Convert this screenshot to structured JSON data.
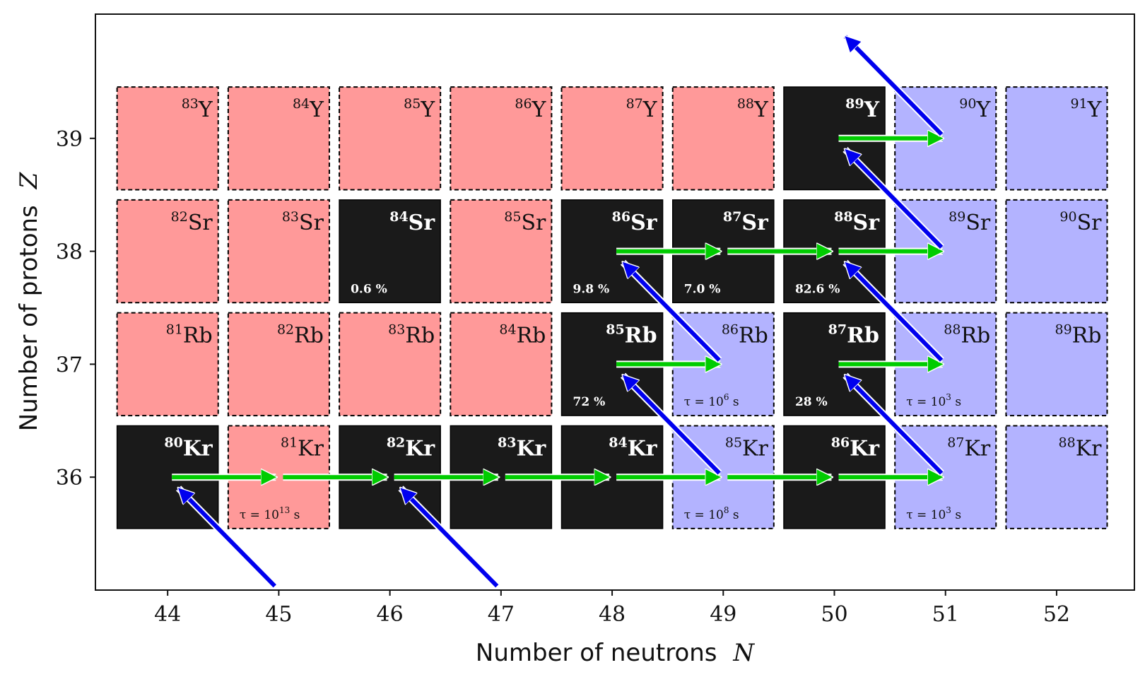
{
  "colors": {
    "stable": "#1a1a1a",
    "proton_rich": "#ff9999",
    "neutron_rich": "#b3b3ff",
    "neutron_capture_arrow": "#00cc00",
    "beta_decay_arrow": "#0000ee"
  },
  "chart_data": {
    "type": "nuclide_chart",
    "xlabel": "Number of neutrons",
    "xlabel_var": "N",
    "ylabel": "Number of protons",
    "ylabel_var": "Z",
    "x_ticks": [
      44,
      45,
      46,
      47,
      48,
      49,
      50,
      51,
      52
    ],
    "y_ticks": [
      36,
      37,
      38,
      39
    ],
    "xlim": [
      43.35,
      52.7
    ],
    "ylim": [
      35.0,
      40.1
    ],
    "grid": false,
    "cells": [
      {
        "N": 44,
        "Z": 36,
        "mass": "80",
        "symbol": "Kr",
        "status": "stable",
        "note": ""
      },
      {
        "N": 45,
        "Z": 36,
        "mass": "81",
        "symbol": "Kr",
        "status": "proton_rich",
        "note": "τ = 10",
        "note_exp": "13",
        "note_unit": " s"
      },
      {
        "N": 46,
        "Z": 36,
        "mass": "82",
        "symbol": "Kr",
        "status": "stable",
        "note": ""
      },
      {
        "N": 47,
        "Z": 36,
        "mass": "83",
        "symbol": "Kr",
        "status": "stable",
        "note": ""
      },
      {
        "N": 48,
        "Z": 36,
        "mass": "84",
        "symbol": "Kr",
        "status": "stable",
        "note": ""
      },
      {
        "N": 49,
        "Z": 36,
        "mass": "85",
        "symbol": "Kr",
        "status": "neutron_rich",
        "note": "τ = 10",
        "note_exp": "8",
        "note_unit": " s"
      },
      {
        "N": 50,
        "Z": 36,
        "mass": "86",
        "symbol": "Kr",
        "status": "stable",
        "note": ""
      },
      {
        "N": 51,
        "Z": 36,
        "mass": "87",
        "symbol": "Kr",
        "status": "neutron_rich",
        "note": "τ = 10",
        "note_exp": "3",
        "note_unit": " s"
      },
      {
        "N": 52,
        "Z": 36,
        "mass": "88",
        "symbol": "Kr",
        "status": "neutron_rich",
        "note": ""
      },
      {
        "N": 44,
        "Z": 37,
        "mass": "81",
        "symbol": "Rb",
        "status": "proton_rich",
        "note": ""
      },
      {
        "N": 45,
        "Z": 37,
        "mass": "82",
        "symbol": "Rb",
        "status": "proton_rich",
        "note": ""
      },
      {
        "N": 46,
        "Z": 37,
        "mass": "83",
        "symbol": "Rb",
        "status": "proton_rich",
        "note": ""
      },
      {
        "N": 47,
        "Z": 37,
        "mass": "84",
        "symbol": "Rb",
        "status": "proton_rich",
        "note": ""
      },
      {
        "N": 48,
        "Z": 37,
        "mass": "85",
        "symbol": "Rb",
        "status": "stable",
        "note": "72 %"
      },
      {
        "N": 49,
        "Z": 37,
        "mass": "86",
        "symbol": "Rb",
        "status": "neutron_rich",
        "note": "τ = 10",
        "note_exp": "6",
        "note_unit": " s"
      },
      {
        "N": 50,
        "Z": 37,
        "mass": "87",
        "symbol": "Rb",
        "status": "stable",
        "note": "28 %"
      },
      {
        "N": 51,
        "Z": 37,
        "mass": "88",
        "symbol": "Rb",
        "status": "neutron_rich",
        "note": "τ = 10",
        "note_exp": "3",
        "note_unit": " s"
      },
      {
        "N": 52,
        "Z": 37,
        "mass": "89",
        "symbol": "Rb",
        "status": "neutron_rich",
        "note": ""
      },
      {
        "N": 44,
        "Z": 38,
        "mass": "82",
        "symbol": "Sr",
        "status": "proton_rich",
        "note": ""
      },
      {
        "N": 45,
        "Z": 38,
        "mass": "83",
        "symbol": "Sr",
        "status": "proton_rich",
        "note": ""
      },
      {
        "N": 46,
        "Z": 38,
        "mass": "84",
        "symbol": "Sr",
        "status": "stable",
        "note": "0.6 %"
      },
      {
        "N": 47,
        "Z": 38,
        "mass": "85",
        "symbol": "Sr",
        "status": "proton_rich",
        "note": ""
      },
      {
        "N": 48,
        "Z": 38,
        "mass": "86",
        "symbol": "Sr",
        "status": "stable",
        "note": "9.8 %"
      },
      {
        "N": 49,
        "Z": 38,
        "mass": "87",
        "symbol": "Sr",
        "status": "stable",
        "note": "7.0 %"
      },
      {
        "N": 50,
        "Z": 38,
        "mass": "88",
        "symbol": "Sr",
        "status": "stable",
        "note": "82.6 %"
      },
      {
        "N": 51,
        "Z": 38,
        "mass": "89",
        "symbol": "Sr",
        "status": "neutron_rich",
        "note": ""
      },
      {
        "N": 52,
        "Z": 38,
        "mass": "90",
        "symbol": "Sr",
        "status": "neutron_rich",
        "note": ""
      },
      {
        "N": 44,
        "Z": 39,
        "mass": "83",
        "symbol": "Y",
        "status": "proton_rich",
        "note": ""
      },
      {
        "N": 45,
        "Z": 39,
        "mass": "84",
        "symbol": "Y",
        "status": "proton_rich",
        "note": ""
      },
      {
        "N": 46,
        "Z": 39,
        "mass": "85",
        "symbol": "Y",
        "status": "proton_rich",
        "note": ""
      },
      {
        "N": 47,
        "Z": 39,
        "mass": "86",
        "symbol": "Y",
        "status": "proton_rich",
        "note": ""
      },
      {
        "N": 48,
        "Z": 39,
        "mass": "87",
        "symbol": "Y",
        "status": "proton_rich",
        "note": ""
      },
      {
        "N": 49,
        "Z": 39,
        "mass": "88",
        "symbol": "Y",
        "status": "proton_rich",
        "note": ""
      },
      {
        "N": 50,
        "Z": 39,
        "mass": "89",
        "symbol": "Y",
        "status": "stable",
        "note": ""
      },
      {
        "N": 51,
        "Z": 39,
        "mass": "90",
        "symbol": "Y",
        "status": "neutron_rich",
        "note": ""
      },
      {
        "N": 52,
        "Z": 39,
        "mass": "91",
        "symbol": "Y",
        "status": "neutron_rich",
        "note": ""
      }
    ],
    "neutron_capture_arrows": [
      {
        "from": [
          44,
          36
        ],
        "to": [
          45,
          36
        ]
      },
      {
        "from": [
          45,
          36
        ],
        "to": [
          46,
          36
        ]
      },
      {
        "from": [
          46,
          36
        ],
        "to": [
          47,
          36
        ]
      },
      {
        "from": [
          47,
          36
        ],
        "to": [
          48,
          36
        ]
      },
      {
        "from": [
          48,
          36
        ],
        "to": [
          49,
          36
        ]
      },
      {
        "from": [
          49,
          36
        ],
        "to": [
          50,
          36
        ]
      },
      {
        "from": [
          50,
          36
        ],
        "to": [
          51,
          36
        ]
      },
      {
        "from": [
          48,
          37
        ],
        "to": [
          49,
          37
        ]
      },
      {
        "from": [
          50,
          37
        ],
        "to": [
          51,
          37
        ]
      },
      {
        "from": [
          48,
          38
        ],
        "to": [
          49,
          38
        ]
      },
      {
        "from": [
          49,
          38
        ],
        "to": [
          50,
          38
        ]
      },
      {
        "from": [
          50,
          38
        ],
        "to": [
          51,
          38
        ]
      },
      {
        "from": [
          50,
          39
        ],
        "to": [
          51,
          39
        ]
      }
    ],
    "beta_decay_arrows": [
      {
        "from": [
          45,
          35
        ],
        "to": [
          44,
          36
        ]
      },
      {
        "from": [
          47,
          35
        ],
        "to": [
          46,
          36
        ]
      },
      {
        "from": [
          49,
          36
        ],
        "to": [
          48,
          37
        ]
      },
      {
        "from": [
          49,
          37
        ],
        "to": [
          48,
          38
        ]
      },
      {
        "from": [
          51,
          36
        ],
        "to": [
          50,
          37
        ]
      },
      {
        "from": [
          51,
          37
        ],
        "to": [
          50,
          38
        ]
      },
      {
        "from": [
          51,
          38
        ],
        "to": [
          50,
          39
        ]
      },
      {
        "from": [
          51,
          39
        ],
        "to": [
          50,
          40
        ]
      }
    ]
  }
}
